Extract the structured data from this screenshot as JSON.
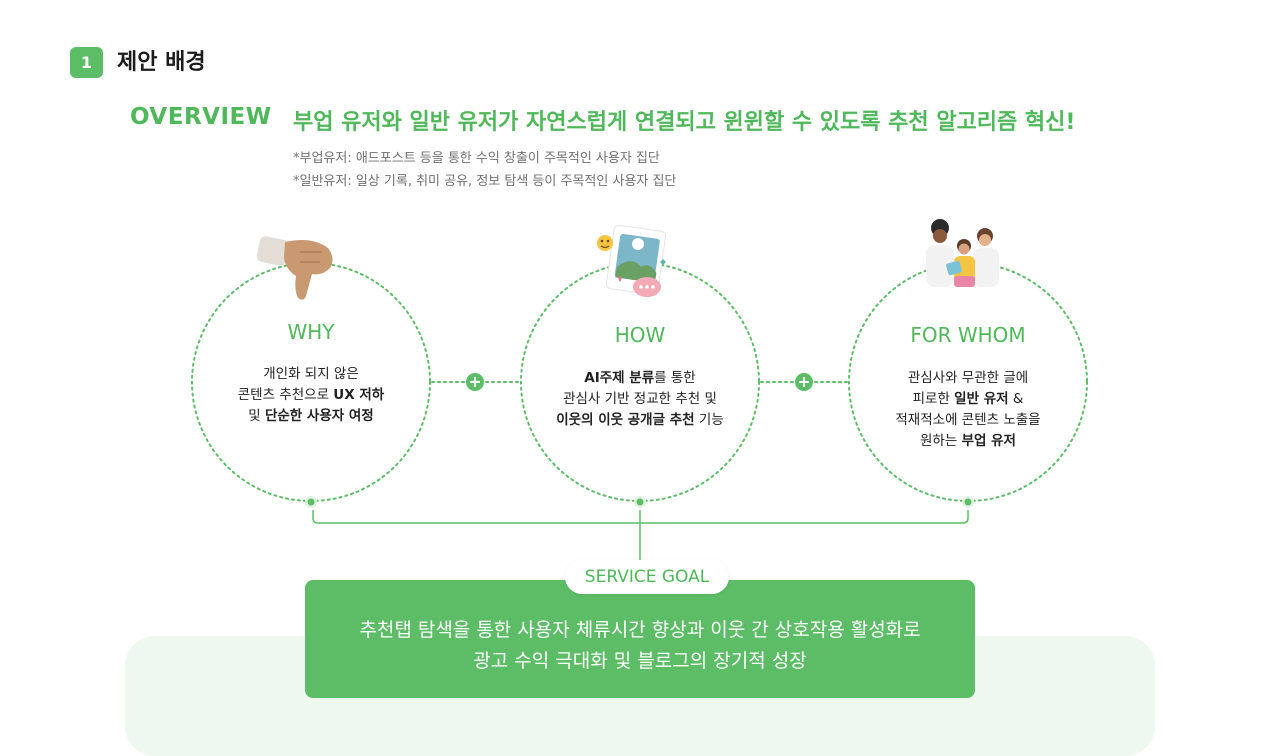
{
  "section": {
    "number": "1",
    "title": "제안 배경"
  },
  "overview": {
    "label": "OVERVIEW",
    "headline": "부업 유저와 일반 유저가 자연스럽게 연결되고 윈윈할 수 있도록 추천 알고리즘 혁신!",
    "notes": [
      "*부업유저: 애드포스트 등을 통한 수익 창출이 주목적인 사용자 집단",
      "*일반유저: 일상 기록, 취미 공유, 정보 탐색 등이 주목적인 사용자 집단"
    ]
  },
  "circles": [
    {
      "title": "WHY",
      "icon": "thumbs-down-icon",
      "lines": [
        [
          {
            "t": "개인화 되지 않은",
            "b": false
          }
        ],
        [
          {
            "t": "콘텐츠 추천으로 ",
            "b": false
          },
          {
            "t": "UX 저하",
            "b": true
          }
        ],
        [
          {
            "t": "및 ",
            "b": false
          },
          {
            "t": "단순한 사용자 여정",
            "b": true
          }
        ]
      ]
    },
    {
      "title": "HOW",
      "icon": "photo-chat-icon",
      "lines": [
        [
          {
            "t": "AI주제 분류",
            "b": true
          },
          {
            "t": "를 통한",
            "b": false
          }
        ],
        [
          {
            "t": "관심사 기반 정교한 추천 및",
            "b": false
          }
        ],
        [
          {
            "t": "이웃의 이웃 공개글 추천",
            "b": true
          },
          {
            "t": " 기능",
            "b": false
          }
        ]
      ]
    },
    {
      "title": "FOR WHOM",
      "icon": "people-group-icon",
      "lines": [
        [
          {
            "t": "관심사와 무관한 글에",
            "b": false
          }
        ],
        [
          {
            "t": "피로한 ",
            "b": false
          },
          {
            "t": "일반 유저",
            "b": true
          },
          {
            "t": " &",
            "b": false
          }
        ],
        [
          {
            "t": "적재적소에 콘텐츠 노출을",
            "b": false
          }
        ],
        [
          {
            "t": "원하는 ",
            "b": false
          },
          {
            "t": "부업 유저",
            "b": true
          }
        ]
      ]
    }
  ],
  "goal": {
    "label": "SERVICE GOAL",
    "lines": [
      "추천탭 탐색을 통한 사용자 체류시간 향상과 이웃 간 상호작용 활성화로",
      "광고 수익 극대화 및 블로그의 장기적 성장"
    ]
  },
  "colors": {
    "accent": "#5cbd66",
    "accent_text": "#4fb85a",
    "band": "#eef8ef"
  }
}
